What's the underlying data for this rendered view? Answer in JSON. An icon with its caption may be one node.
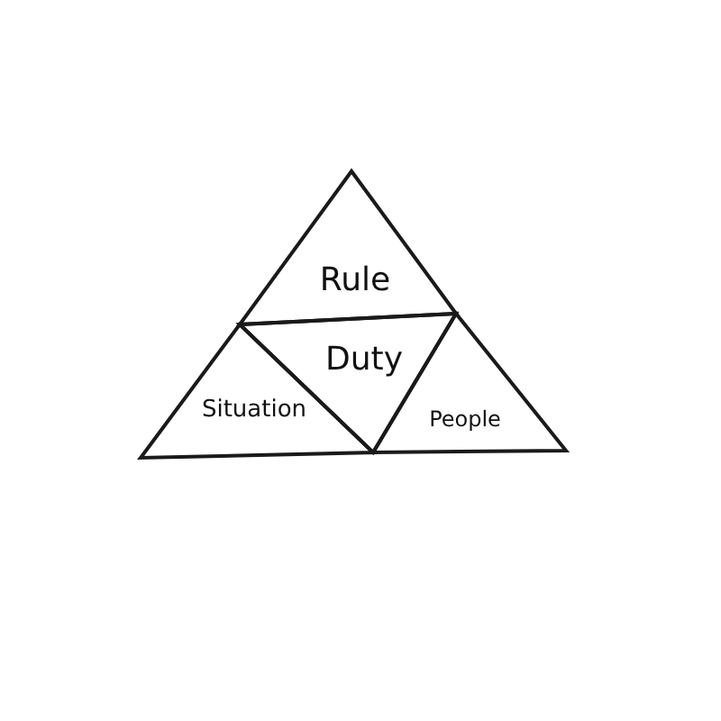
{
  "diagram": {
    "nodes": [
      {
        "text": [
          "Rule"
        ]
      },
      {
        "text": [
          "Duty"
        ]
      },
      {
        "text": [
          "Situation"
        ]
      },
      {
        "text": [
          "People"
        ]
      }
    ]
  }
}
